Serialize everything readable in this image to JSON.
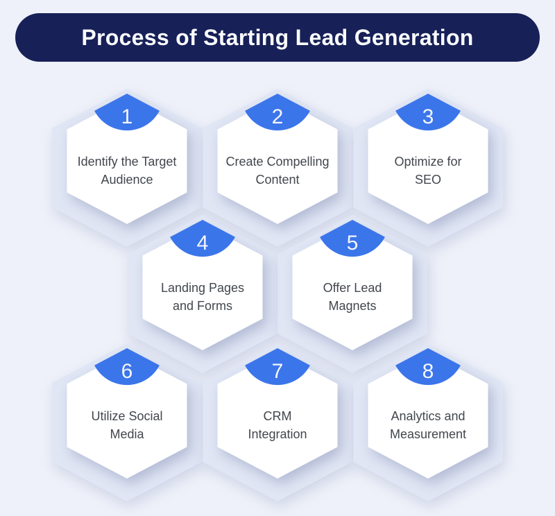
{
  "header": {
    "title": "Process of Starting Lead Generation"
  },
  "steps": [
    {
      "number": "1",
      "label": "Identify the Target Audience",
      "lines": [
        "Identify the Target",
        "Audience"
      ]
    },
    {
      "number": "2",
      "label": "Create Compelling Content",
      "lines": [
        "Create Compelling",
        "Content"
      ]
    },
    {
      "number": "3",
      "label": "Optimize for SEO",
      "lines": [
        "Optimize for",
        "SEO"
      ]
    },
    {
      "number": "4",
      "label": "Landing Pages and Forms",
      "lines": [
        "Landing Pages",
        "and Forms"
      ]
    },
    {
      "number": "5",
      "label": "Offer Lead Magnets",
      "lines": [
        "Offer Lead",
        "Magnets"
      ]
    },
    {
      "number": "6",
      "label": "Utilize Social Media",
      "lines": [
        "Utilize Social",
        "Media"
      ]
    },
    {
      "number": "7",
      "label": "CRM Integration",
      "lines": [
        "CRM",
        "Integration"
      ]
    },
    {
      "number": "8",
      "label": "Analytics and Measurement",
      "lines": [
        "Analytics and",
        "Measurement"
      ]
    }
  ],
  "colors": {
    "background": "#eef1f9",
    "header_navy": "#172057",
    "hexagon_light": "#e0e6f4",
    "hexagon_white": "#ffffff",
    "badge_blue": "#3b75ea",
    "label_text": "#42464c",
    "title_text": "#fafbfd"
  }
}
